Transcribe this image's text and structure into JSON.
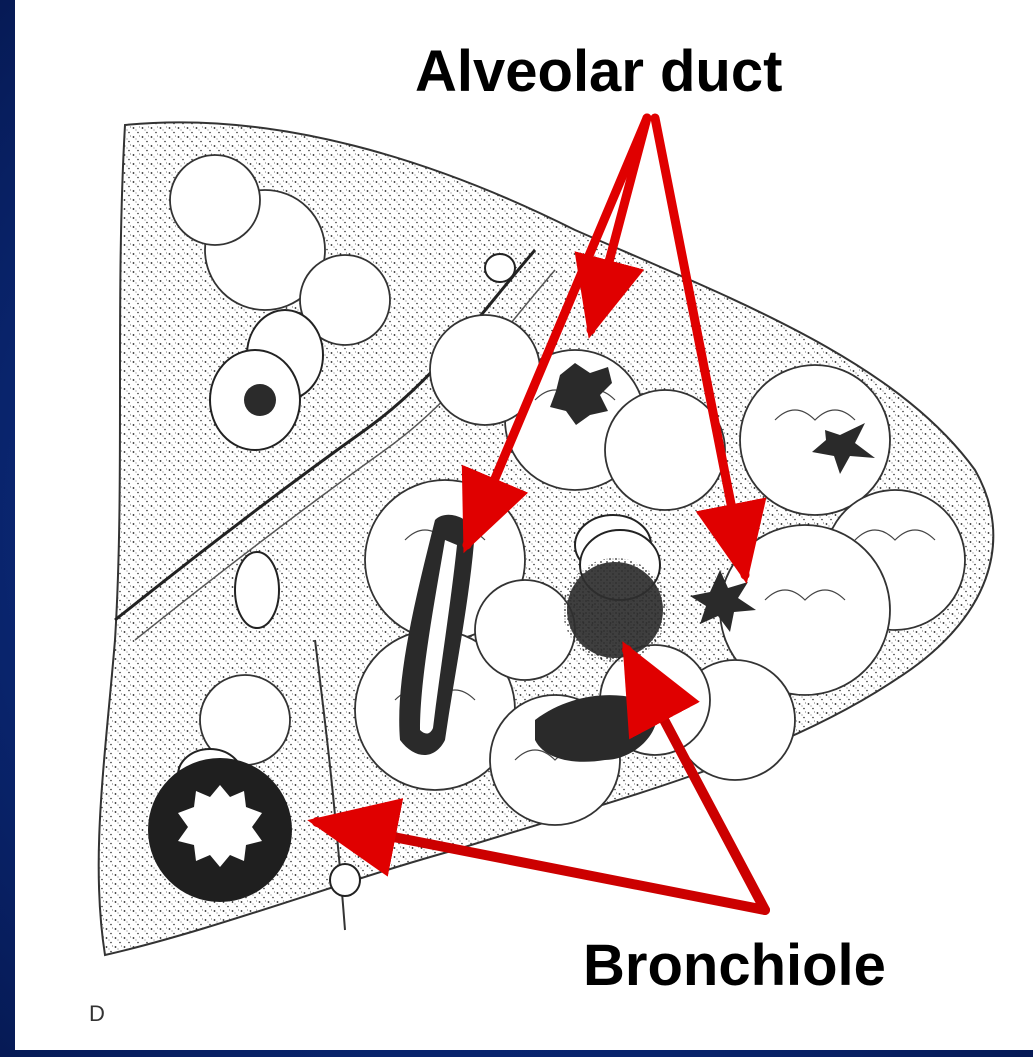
{
  "labels": {
    "alveolar_duct": "Alveolar duct",
    "bronchiole": "Bronchiole",
    "panel_letter": "D"
  },
  "colors": {
    "slide_background": "#0b2a7a",
    "panel_background": "#ffffff",
    "arrow": "#e00000",
    "ink": "#1a1a1a",
    "label_text": "#000000"
  }
}
